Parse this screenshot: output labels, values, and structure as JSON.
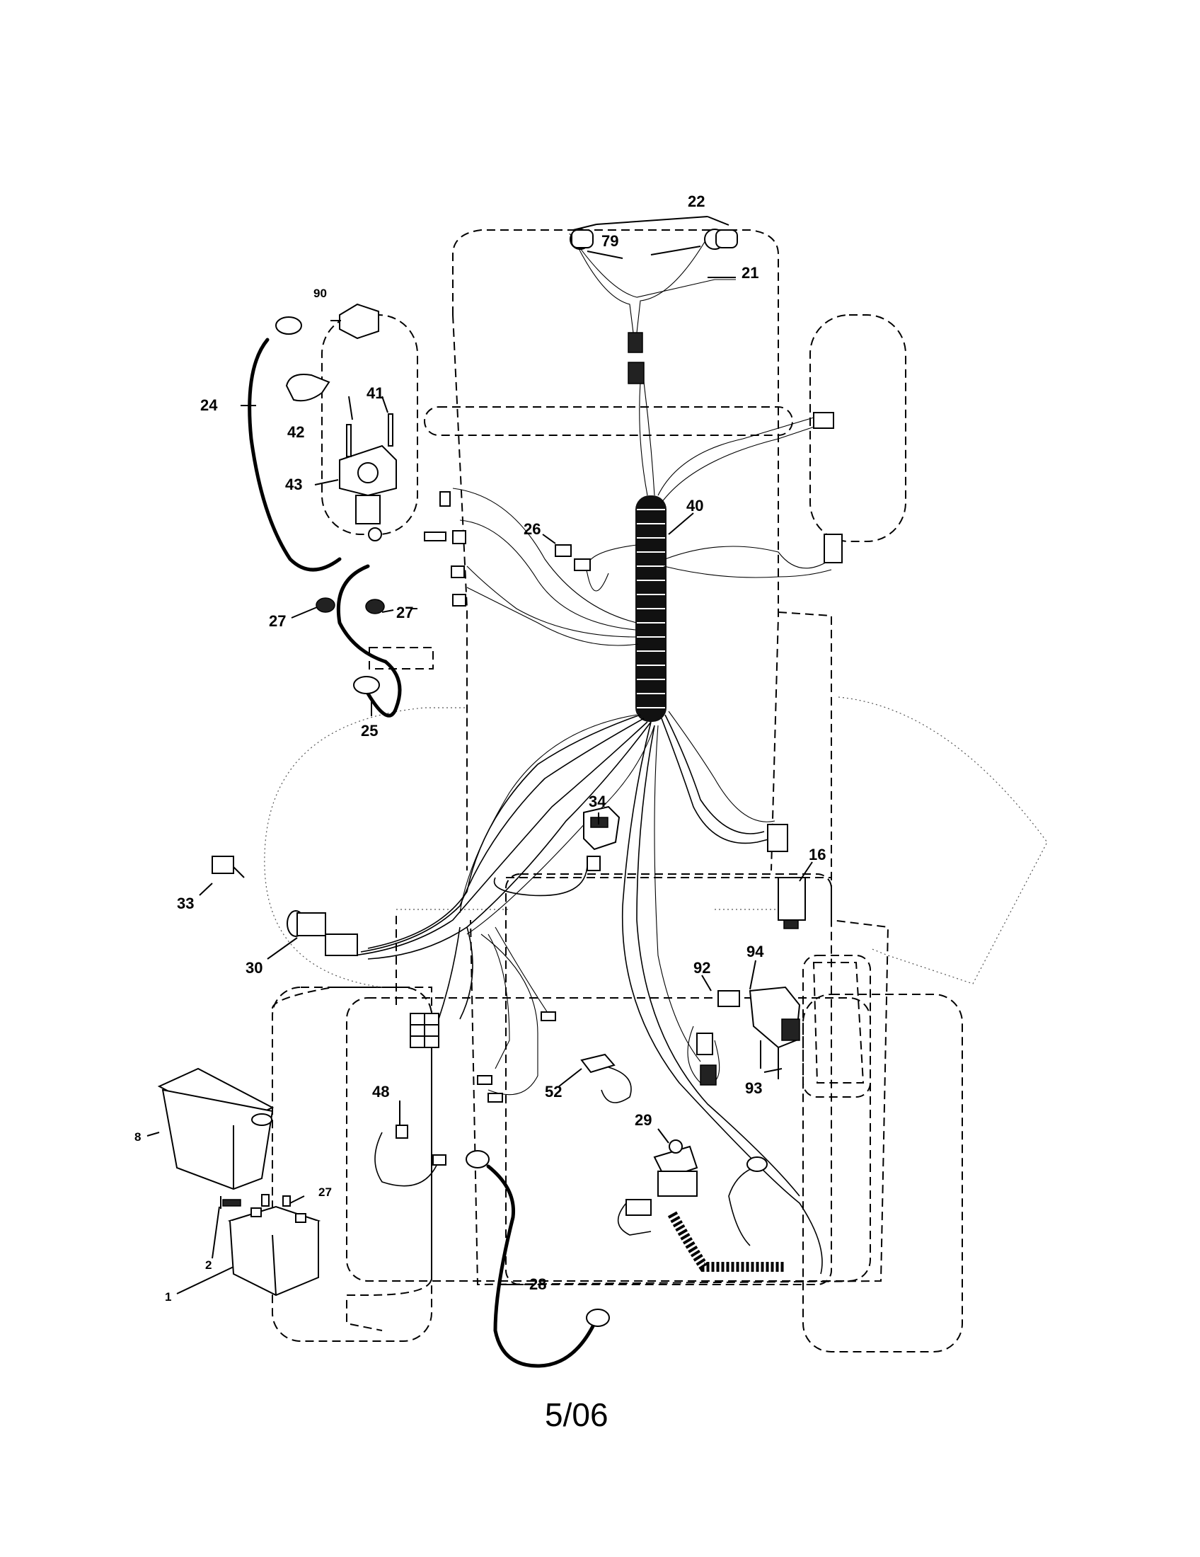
{
  "diagram": {
    "callouts": [
      "22",
      "79",
      "21",
      "90",
      "24",
      "42",
      "41",
      "43",
      "40",
      "26",
      "27",
      "27",
      "25",
      "34",
      "16",
      "33",
      "30",
      "92",
      "94",
      "8",
      "48",
      "52",
      "93",
      "29",
      "27",
      "2",
      "1",
      "28"
    ],
    "footer": "5/06"
  }
}
